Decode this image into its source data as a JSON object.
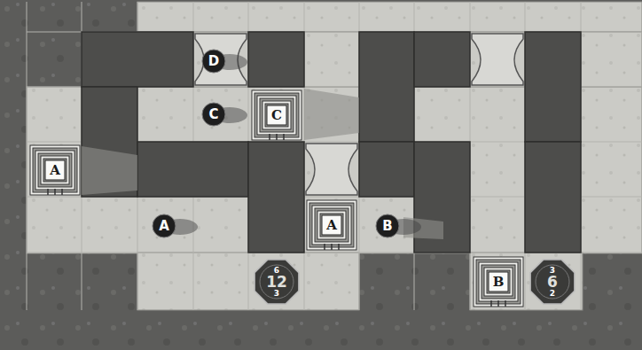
{
  "diagram": {
    "nodes": [
      {
        "text": [
          "D"
        ]
      },
      {
        "text": [
          "C"
        ]
      },
      {
        "text": [
          "C"
        ]
      },
      {
        "text": [
          "A"
        ]
      },
      {
        "text": [
          "A"
        ]
      },
      {
        "text": [
          "A"
        ]
      },
      {
        "text": [
          "B"
        ]
      },
      {
        "text": [
          "6",
          "12",
          "3"
        ]
      },
      {
        "text": [
          "B"
        ]
      },
      {
        "text": [
          "3",
          "6",
          "2"
        ]
      }
    ]
  }
}
